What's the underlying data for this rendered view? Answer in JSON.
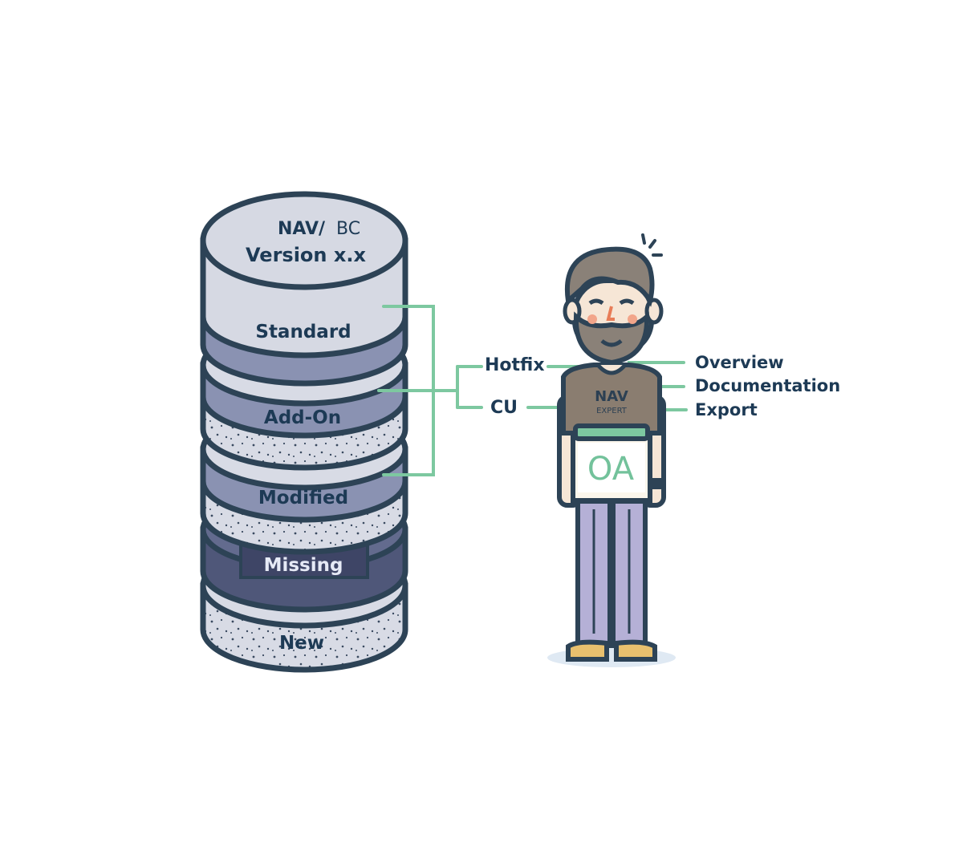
{
  "database": {
    "title_line1": "NAV/",
    "title_line1b": "BC",
    "title_line2": "Version x.x",
    "layers": {
      "standard": "Standard",
      "addon": "Add-On",
      "modified": "Modified",
      "missing": "Missing",
      "new": "New"
    }
  },
  "connectors": {
    "hotfix": "Hotfix",
    "cu": "CU",
    "overview": "Overview",
    "documentation": "Documentation",
    "export": "Export"
  },
  "character": {
    "shirt_line1": "NAV",
    "shirt_line2": "EXPERT",
    "box_label": "OA"
  },
  "colors": {
    "connector_green": "#7dc8a0",
    "outline": "#2d4356",
    "cylinder_fill": "#d6d9e3",
    "band_fill": "#8a92b2",
    "missing_fill": "#4f5779",
    "pants": "#b5b0d6",
    "shirt": "#8a7d70"
  }
}
